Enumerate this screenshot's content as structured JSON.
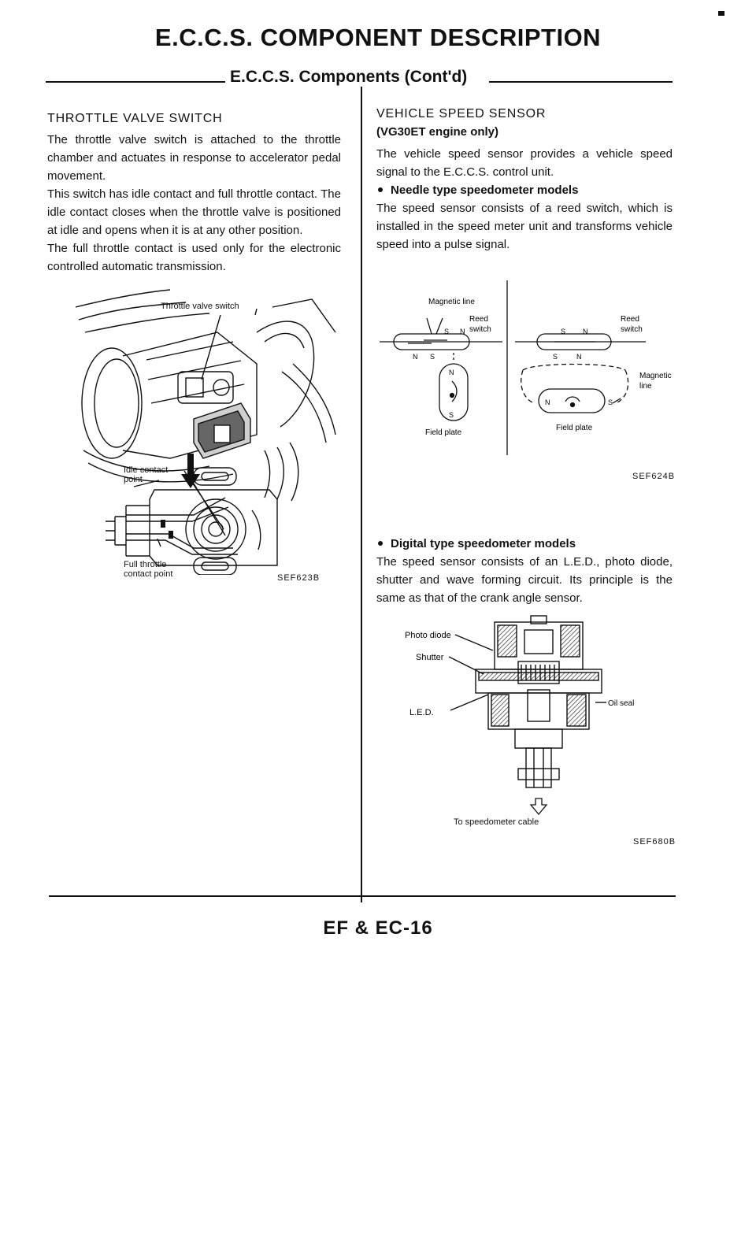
{
  "page": {
    "title": "E.C.C.S. COMPONENT DESCRIPTION",
    "subtitle": "E.C.C.S. Components (Cont'd)",
    "page_number": "EF & EC-16"
  },
  "left": {
    "heading": "THROTTLE VALVE SWITCH",
    "paragraphs": [
      "The throttle valve switch is attached to the throttle chamber and actuates in response to accelerator pedal movement.",
      "This switch has idle contact and full throttle contact. The idle contact closes when the throttle valve is positioned at idle and opens when it is at any other position.",
      "The full throttle contact is used only for the electronic controlled automatic transmission."
    ],
    "figure": {
      "label_switch": "Throttle valve switch",
      "label_idle_1": "Idle contact",
      "label_idle_2": "point",
      "label_full_1": "Full throttle",
      "label_full_2": "contact point",
      "code": "SEF623B"
    }
  },
  "right": {
    "heading": "VEHICLE SPEED SENSOR",
    "subheading": "(VG30ET engine only)",
    "intro": "The vehicle speed sensor provides a vehicle speed signal to the E.C.C.S. control unit.",
    "needle": {
      "title": "Needle type speedometer models",
      "text": "The speed sensor consists of a reed switch, which is installed in the speed meter unit and transforms vehicle speed into a pulse signal."
    },
    "figure1": {
      "magnetic_line": "Magnetic line",
      "reed": "Reed",
      "switch": "switch",
      "field_plate": "Field plate",
      "magnetic": "Magnetic",
      "line": "line",
      "s": "S",
      "n": "N",
      "code": "SEF624B"
    },
    "digital": {
      "title": "Digital type speedometer models",
      "text": "The speed sensor consists of an L.E.D., photo diode, shutter and wave forming circuit. Its principle is the same as that of the crank angle sensor."
    },
    "figure2": {
      "photo_diode": "Photo diode",
      "shutter": "Shutter",
      "led": "L.E.D.",
      "oil_seal": "Oil seal",
      "to_cable": "To speedometer cable",
      "code": "SEF680B"
    }
  }
}
